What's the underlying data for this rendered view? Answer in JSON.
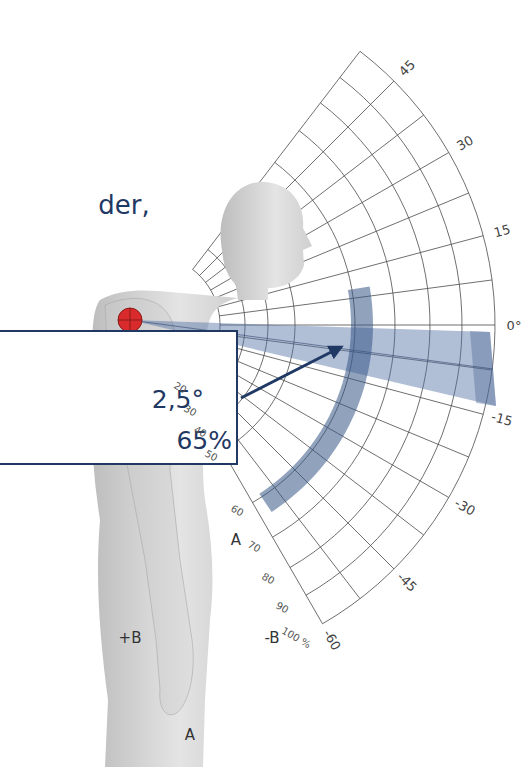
{
  "diagram": {
    "nodes": [
      {
        "text": [
          "2,5°",
          "65%"
        ]
      }
    ],
    "labels": [
      "der,",
      "45",
      "30",
      "15",
      "0°",
      "-15",
      "-30",
      "-45",
      "-60",
      "20",
      "30",
      "40",
      "50",
      "60",
      "70",
      "80",
      "90",
      "100 %",
      "A",
      "+B",
      "-B",
      "A"
    ]
  }
}
